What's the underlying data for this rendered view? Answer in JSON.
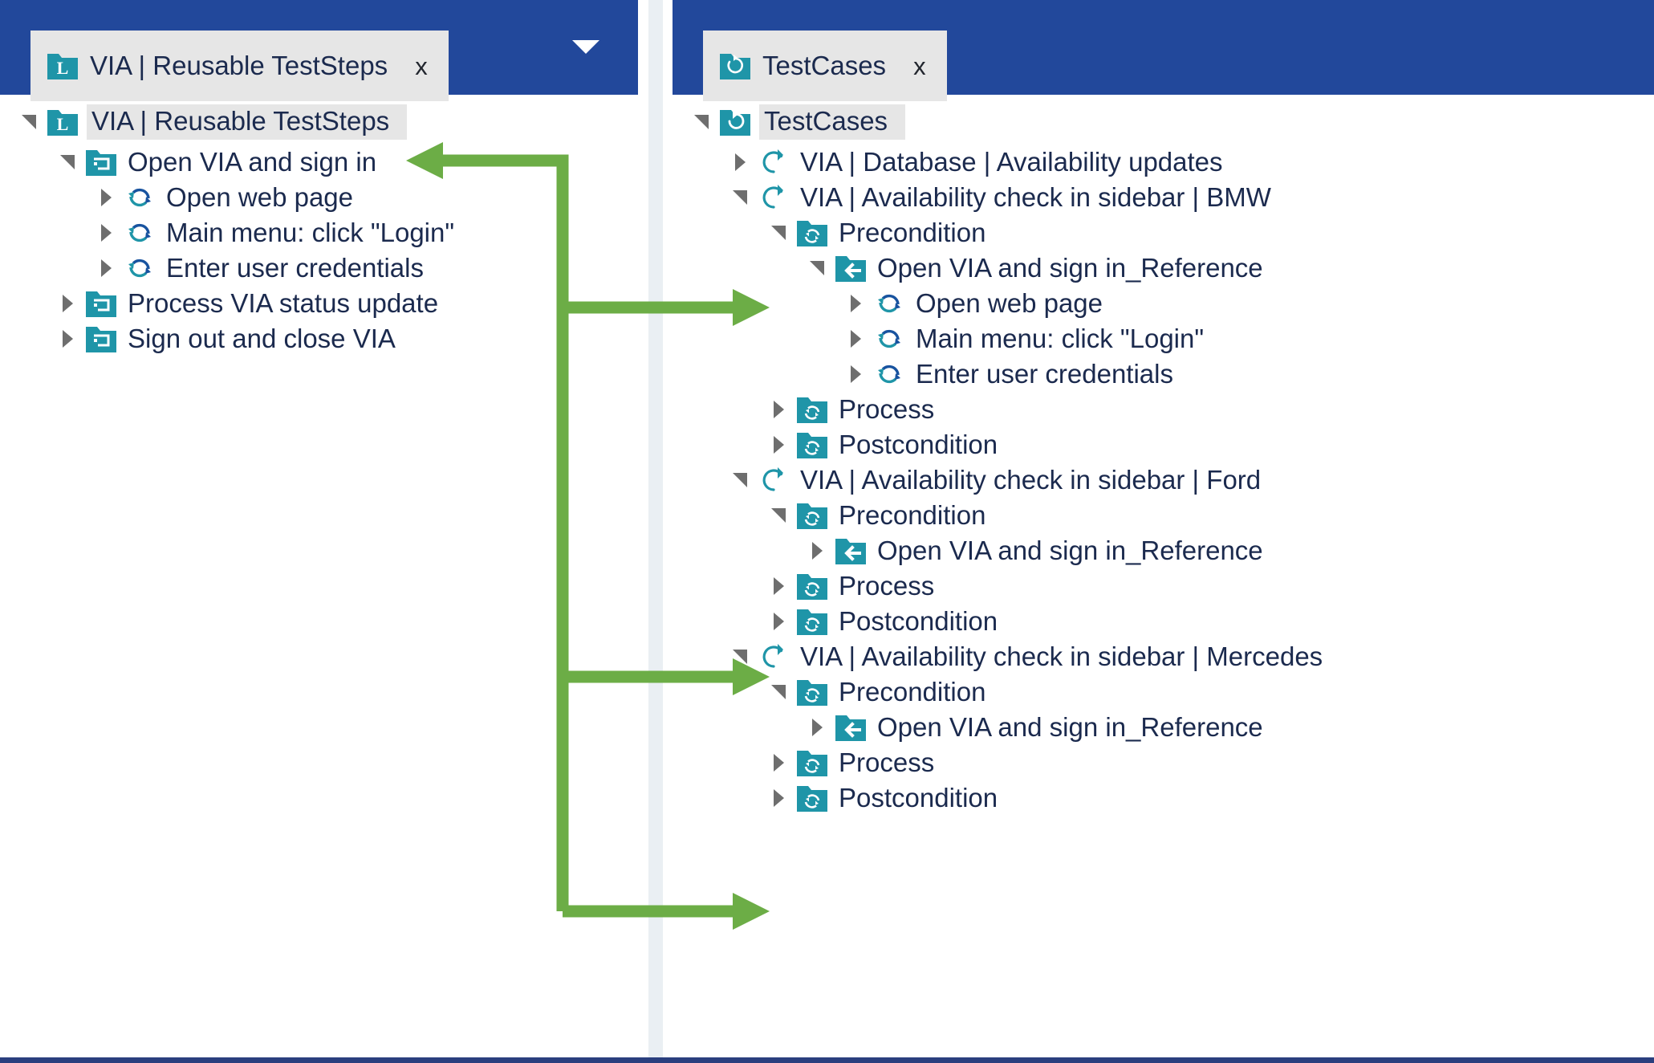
{
  "window": {
    "header_color": "#22489b",
    "accent_green": "#6cad46",
    "icon_teal": "#1f95a8",
    "text_color": "#1b2a4e"
  },
  "left_panel": {
    "tab": {
      "label": "VIA | Reusable TestSteps",
      "close_label": "x",
      "icon": "library-folder-icon"
    },
    "overflow_icon": "chevron-down-icon",
    "tree": [
      {
        "label": "VIA | Reusable TestSteps",
        "icon": "library-folder-icon",
        "indent": 0,
        "state": "expanded",
        "selected": true
      },
      {
        "label": "Open VIA and sign in",
        "icon": "teststep-folder-icon",
        "indent": 1,
        "state": "expanded",
        "selected": false
      },
      {
        "label": "Open web page",
        "icon": "action-refresh-icon",
        "indent": 2,
        "state": "collapsed",
        "selected": false
      },
      {
        "label": "Main menu: click \"Login\"",
        "icon": "action-refresh-icon",
        "indent": 2,
        "state": "collapsed",
        "selected": false
      },
      {
        "label": "Enter user credentials",
        "icon": "action-refresh-icon",
        "indent": 2,
        "state": "collapsed",
        "selected": false
      },
      {
        "label": "Process VIA status update",
        "icon": "teststep-folder-icon",
        "indent": 1,
        "state": "collapsed",
        "selected": false
      },
      {
        "label": "Sign out and close VIA",
        "icon": "teststep-folder-icon",
        "indent": 1,
        "state": "collapsed",
        "selected": false
      }
    ]
  },
  "right_panel": {
    "tab": {
      "label": "TestCases",
      "close_label": "x",
      "icon": "testcase-folder-icon"
    },
    "tree": [
      {
        "label": "TestCases",
        "icon": "testcase-folder-icon",
        "indent": 0,
        "state": "expanded",
        "selected": true
      },
      {
        "label": "VIA | Database | Availability updates",
        "icon": "testcase-icon",
        "indent": 1,
        "state": "collapsed",
        "selected": false
      },
      {
        "label": "VIA | Availability check in sidebar | BMW",
        "icon": "testcase-icon",
        "indent": 1,
        "state": "expanded",
        "selected": false
      },
      {
        "label": "Precondition",
        "icon": "phase-folder-icon",
        "indent": 2,
        "state": "expanded",
        "selected": false
      },
      {
        "label": "Open VIA and sign in_Reference",
        "icon": "reference-folder-icon",
        "indent": 3,
        "state": "expanded",
        "selected": false
      },
      {
        "label": "Open web page",
        "icon": "action-refresh-icon",
        "indent": 4,
        "state": "collapsed",
        "selected": false
      },
      {
        "label": "Main menu: click \"Login\"",
        "icon": "action-refresh-icon",
        "indent": 4,
        "state": "collapsed",
        "selected": false
      },
      {
        "label": "Enter user credentials",
        "icon": "action-refresh-icon",
        "indent": 4,
        "state": "collapsed",
        "selected": false
      },
      {
        "label": "Process",
        "icon": "phase-folder-icon",
        "indent": 2,
        "state": "collapsed",
        "selected": false
      },
      {
        "label": "Postcondition",
        "icon": "phase-folder-icon",
        "indent": 2,
        "state": "collapsed",
        "selected": false
      },
      {
        "label": "VIA | Availability check in sidebar | Ford",
        "icon": "testcase-icon",
        "indent": 1,
        "state": "expanded",
        "selected": false
      },
      {
        "label": "Precondition",
        "icon": "phase-folder-icon",
        "indent": 2,
        "state": "expanded",
        "selected": false
      },
      {
        "label": "Open VIA and sign in_Reference",
        "icon": "reference-folder-icon",
        "indent": 3,
        "state": "collapsed",
        "selected": false
      },
      {
        "label": "Process",
        "icon": "phase-folder-icon",
        "indent": 2,
        "state": "collapsed",
        "selected": false
      },
      {
        "label": "Postcondition",
        "icon": "phase-folder-icon",
        "indent": 2,
        "state": "collapsed",
        "selected": false
      },
      {
        "label": "VIA | Availability check in sidebar | Mercedes",
        "icon": "testcase-icon",
        "indent": 1,
        "state": "expanded",
        "selected": false
      },
      {
        "label": "Precondition",
        "icon": "phase-folder-icon",
        "indent": 2,
        "state": "expanded",
        "selected": false
      },
      {
        "label": "Open VIA and sign in_Reference",
        "icon": "reference-folder-icon",
        "indent": 3,
        "state": "collapsed",
        "selected": false
      },
      {
        "label": "Process",
        "icon": "phase-folder-icon",
        "indent": 2,
        "state": "collapsed",
        "selected": false
      },
      {
        "label": "Postcondition",
        "icon": "phase-folder-icon",
        "indent": 2,
        "state": "collapsed",
        "selected": false
      }
    ]
  },
  "annotations": {
    "color": "#6cad46",
    "description": "Green connector arrows linking the reusable TestStep 'Open VIA and sign in' to its three '_Reference' usages",
    "arrows": [
      {
        "name": "arrow-to-reusable-teststep",
        "direction": "left"
      },
      {
        "name": "arrow-to-bmw-reference",
        "direction": "right"
      },
      {
        "name": "arrow-to-ford-reference",
        "direction": "right"
      },
      {
        "name": "arrow-to-mercedes-reference",
        "direction": "right"
      }
    ]
  }
}
